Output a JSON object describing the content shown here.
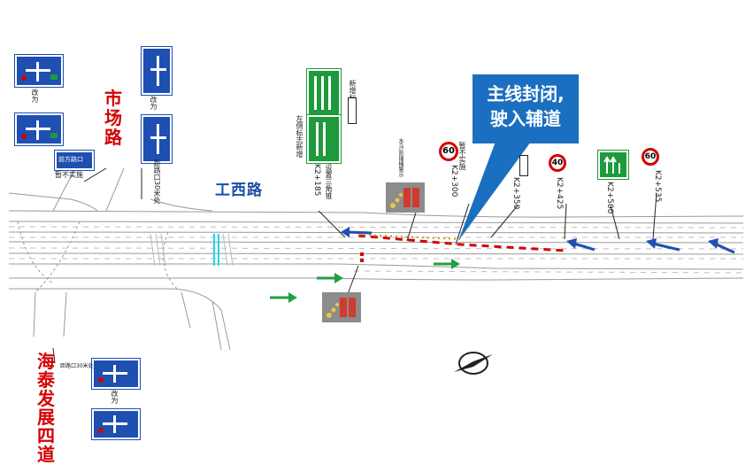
{
  "callout": {
    "line1": "主线封闭,",
    "line2": "驶入辅道"
  },
  "roads": {
    "market_road": "市场路",
    "gongxi_road": "工西路",
    "haitai_road": [
      "海",
      "泰",
      "发",
      "展",
      "四",
      "道"
    ]
  },
  "stakes": {
    "k2_185": "K2+185",
    "k2_300": "K2+300",
    "k2_350": "K2+350",
    "k2_425": "K2+425",
    "k2_500": "K2+500",
    "k2_535": "K2+535"
  },
  "texts": {
    "gaiwei": "改为",
    "not_implemented": "暂不实施",
    "left_sign_note": "左侧标志新增",
    "new_sign": "新增标志",
    "xinzeng": "新增",
    "k2185_note": "设置三角锥",
    "distance_note": "距路口30米处",
    "exit_sign": "前方路口",
    "warning_note": "水马/防撞桶警示"
  },
  "speeds": {
    "s60a": "60",
    "s40": "40",
    "s60b": "60"
  },
  "colors": {
    "callout_bg": "#1a6fc0",
    "sign_blue": "#1f4fb0",
    "sign_green": "#1d9a3c",
    "road_red": "#d40000",
    "arrow_blue": "#1f4fb0",
    "arrow_green": "#21a043"
  },
  "icons": [
    "north-arrow-icon",
    "lane-arrow-icon",
    "straight-arrow-icon"
  ]
}
